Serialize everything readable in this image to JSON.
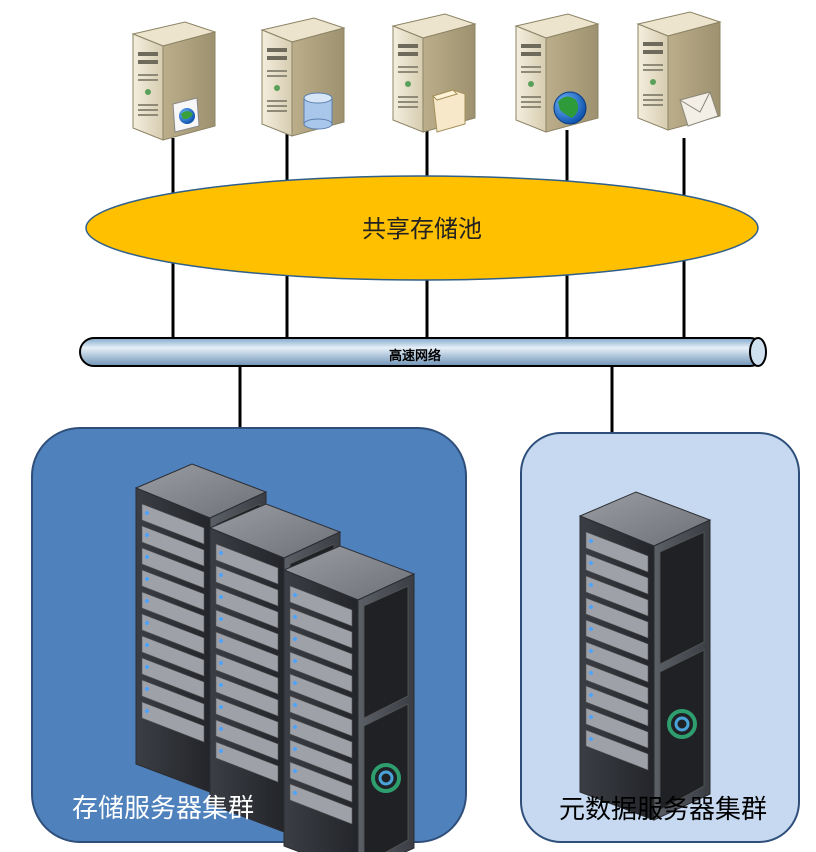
{
  "diagram": {
    "pool_label": "共享存储池",
    "bus_label": "高速网络",
    "storage_cluster_label": "存储服务器集群",
    "metadata_cluster_label": "元数据服务器集群"
  },
  "servers": [
    {
      "badge": "globe-doc-icon"
    },
    {
      "badge": "database-icon"
    },
    {
      "badge": "folder-icon"
    },
    {
      "badge": "globe-icon"
    },
    {
      "badge": "mail-icon"
    }
  ],
  "colors": {
    "pool_fill": "#FFC000",
    "storage_panel": "#4F81BD",
    "metadata_panel": "#C6D9F1",
    "panel_border": "#2F4F7A"
  }
}
